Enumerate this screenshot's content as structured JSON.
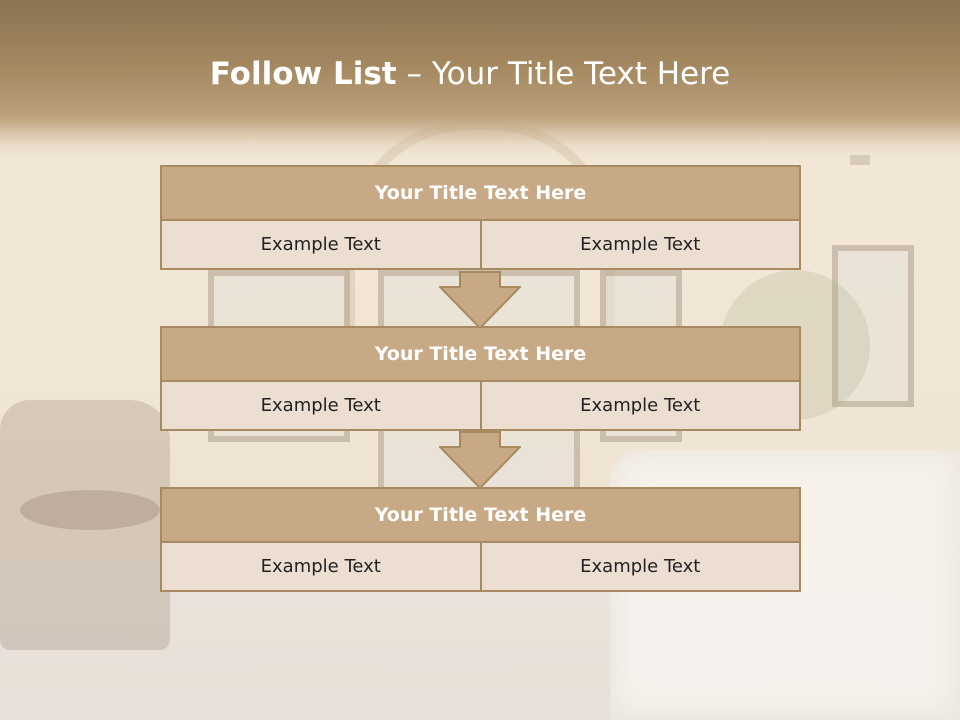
{
  "slide": {
    "title_bold": "Follow List",
    "title_rest": " – Your Title Text Here"
  },
  "blocks": [
    {
      "title": "Your Title Text Here",
      "cells": [
        "Example Text",
        "Example Text"
      ]
    },
    {
      "title": "Your Title Text Here",
      "cells": [
        "Example Text",
        "Example Text"
      ]
    },
    {
      "title": "Your Title Text Here",
      "cells": [
        "Example Text",
        "Example Text"
      ]
    }
  ],
  "colors": {
    "header_brown": "#a3875f",
    "block_title_fill": "#c8a985",
    "cell_fill": "#ecdfd2",
    "border": "#a78a5f"
  },
  "icons": {
    "arrow": "down-arrow-icon"
  }
}
